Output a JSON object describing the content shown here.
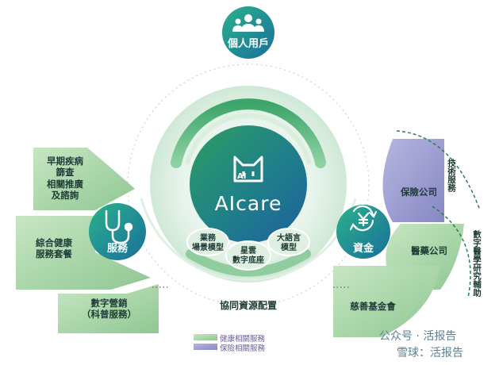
{
  "center": {
    "logo_small": "AI",
    "logo_text": "AIcare",
    "pills": [
      {
        "label": "業務\n場景模型"
      },
      {
        "label": "星雲\n數字底座"
      },
      {
        "label": "大語言\n模型"
      }
    ],
    "arc_label": "協同資源配置"
  },
  "hubs": {
    "top": {
      "label": "個人用戶",
      "icon": "users-icon"
    },
    "left": {
      "label": "服務",
      "icon": "stethoscope-icon"
    },
    "right": {
      "label": "資金",
      "icon": "yen-refresh-icon"
    }
  },
  "left_segments": [
    {
      "label": "早期疾病\n篩查\n相關推廣\n及諮詢"
    },
    {
      "label": "綜合健康\n服務套餐"
    },
    {
      "label": "數字營銷\n（科普服務）"
    }
  ],
  "right_segments": [
    {
      "label": "保險公司"
    },
    {
      "label": "醫藥公司"
    },
    {
      "label": "慈善基金會"
    }
  ],
  "right_outer": {
    "top": "技術服務",
    "bottom": "數字醫學研究輔助"
  },
  "legend": [
    {
      "label": "健康相關服務",
      "color": "#8cc79b"
    },
    {
      "label": "保險相關服務",
      "color": "#8f8fc9"
    }
  ],
  "watermarks": {
    "line1": "公众号 · 活报告",
    "line2": "雪球：活报告"
  },
  "colors": {
    "green_dark": "#2f9e73",
    "green_light": "#cfe8d3",
    "segment_green": "#a9d5a4",
    "segment_purple": "#9797cf",
    "hub_teal": "#1a8a9a"
  }
}
